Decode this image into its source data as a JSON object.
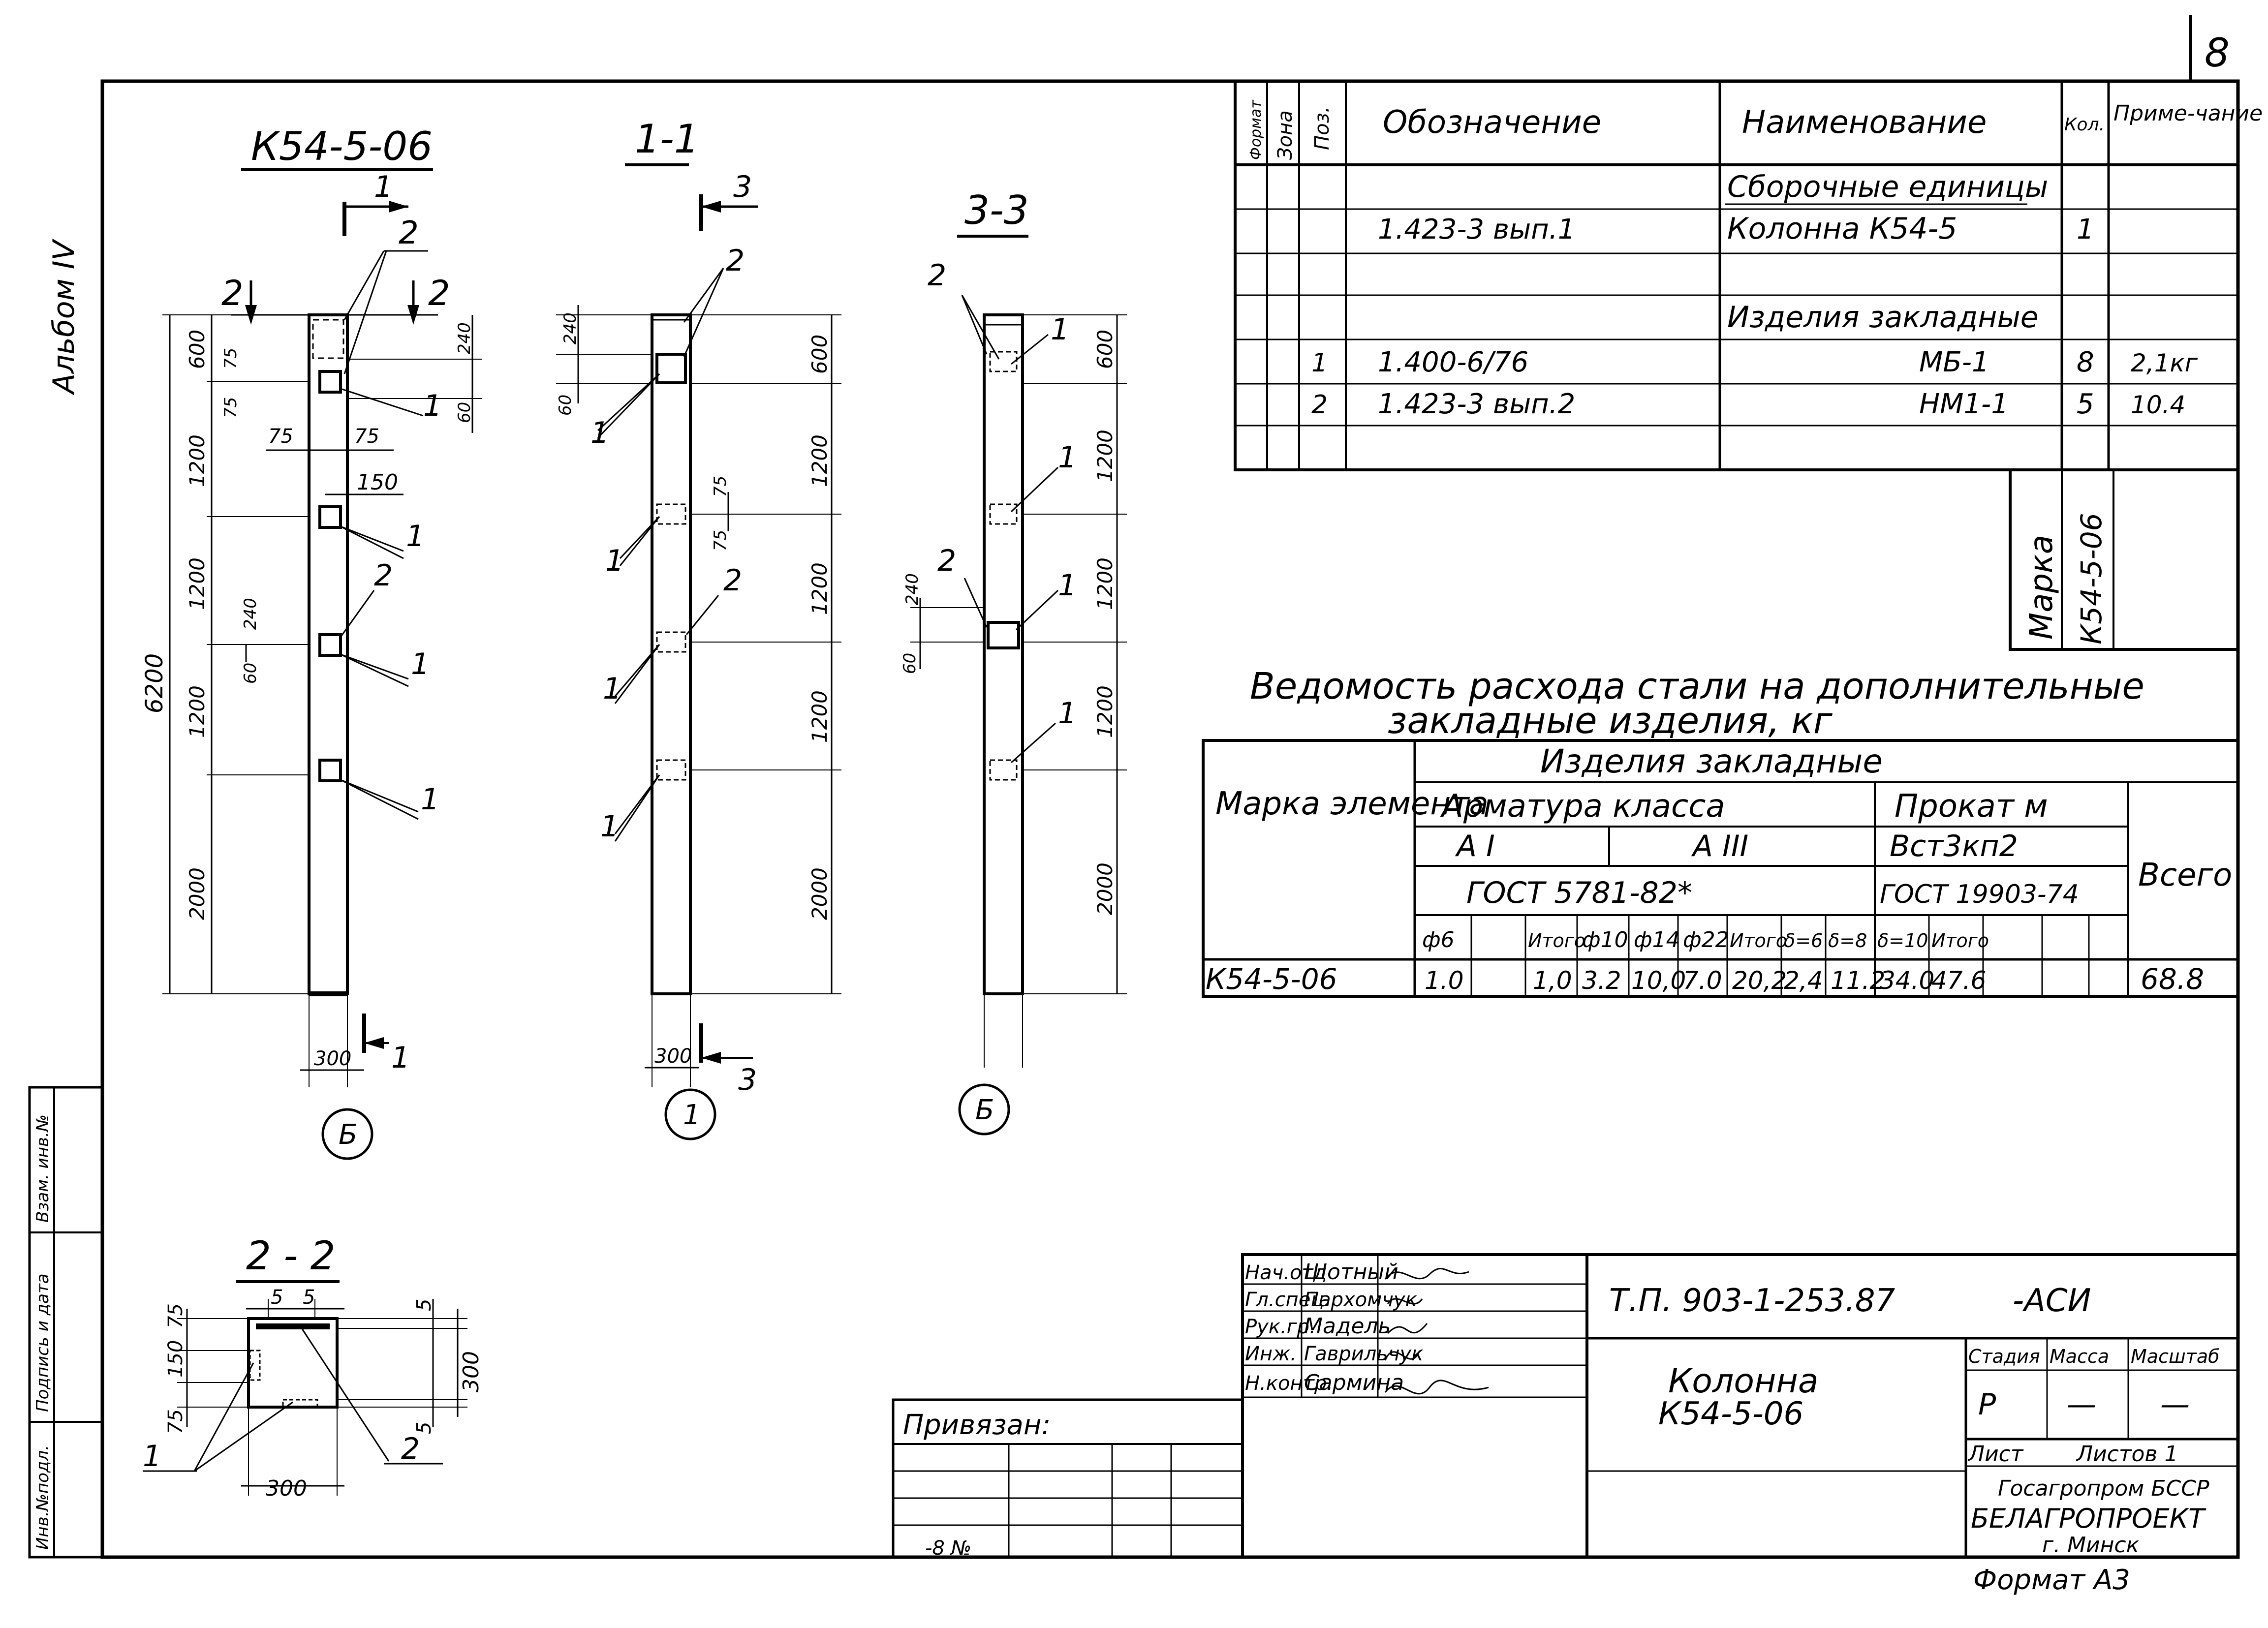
{
  "page_number": "8",
  "album_label": "Альбом IV",
  "side_stamp": [
    "Инв.№подл.",
    "Подпись и дата",
    "Взам. инв.№"
  ],
  "views": {
    "main": {
      "title": "К54-5-06",
      "section_mark_1": "1",
      "section_mark_2": "2",
      "total_height": "6200",
      "segments": [
        "600",
        "1200",
        "1200",
        "1200",
        "2000"
      ],
      "dims_right": [
        "240",
        "60"
      ],
      "dims_small": [
        "75",
        "75",
        "75",
        "75",
        "150",
        "240",
        "60"
      ],
      "width": "300",
      "axis": "Б",
      "callouts": [
        "2",
        "2",
        "1",
        "1",
        "1",
        "2",
        "1",
        "1"
      ]
    },
    "section_1_1": {
      "title": "1-1",
      "cut_mark": "3",
      "segments": [
        "600",
        "1200",
        "1200",
        "1200",
        "2000"
      ],
      "dims_left": [
        "240",
        "60"
      ],
      "dims_small": [
        "75",
        "75"
      ],
      "width": "300",
      "axis": "1",
      "callouts": [
        "2",
        "1",
        "1",
        "2",
        "1",
        "1"
      ]
    },
    "section_3_3": {
      "title": "3-3",
      "segments": [
        "600",
        "1200",
        "1200",
        "1200",
        "2000"
      ],
      "dims_left": [
        "240",
        "60"
      ],
      "axis": "Б",
      "callouts": [
        "2",
        "1",
        "1",
        "2",
        "1",
        "1"
      ]
    },
    "section_2_2": {
      "title": "2 - 2",
      "dims_left": [
        "75",
        "150",
        "75"
      ],
      "dims_top": [
        "5",
        "5"
      ],
      "dims_right": [
        "5",
        "300",
        "5"
      ],
      "width": "300",
      "callouts": [
        "1",
        "2"
      ]
    }
  },
  "spec_table": {
    "headers": [
      "Формат",
      "Зона",
      "Поз.",
      "Обозначение",
      "Наименование",
      "Кол.",
      "Приме-чание"
    ],
    "rows": [
      {
        "pos": "",
        "designation": "",
        "name": "Сборочные единицы",
        "qty": "",
        "note": ""
      },
      {
        "pos": "",
        "designation": "1.423-3 вып.1",
        "name": "Колонна К54-5",
        "qty": "1",
        "note": ""
      },
      {
        "pos": "",
        "designation": "",
        "name": "",
        "qty": "",
        "note": ""
      },
      {
        "pos": "",
        "designation": "",
        "name": "Изделия закладные",
        "qty": "",
        "note": ""
      },
      {
        "pos": "1",
        "designation": "1.400-6/76",
        "name": "МБ-1",
        "qty": "8",
        "note": "2,1кг"
      },
      {
        "pos": "2",
        "designation": "1.423-3 вып.2",
        "name": "НМ1-1",
        "qty": "5",
        "note": "10.4"
      }
    ],
    "mark_label": "Марка",
    "mark_value": "К54-5-06"
  },
  "steel_table": {
    "title_line1": "Ведомость расхода стали на дополнительные",
    "title_line2": "закладные изделия, кг",
    "group_header": "Изделия закладные",
    "row_header": "Марка элемента",
    "rebar_header": "Арматура класса",
    "rolled_header": "Прокат м",
    "class_a1": "А I",
    "class_a3": "А III",
    "rolled_grade": "Вст3кп2",
    "total_header": "Всего",
    "gost_rebar": "ГОСТ 5781-82*",
    "gost_rolled": "ГОСТ 19903-74",
    "sub_headers": [
      "ф6",
      "",
      "Итого",
      "ф10",
      "ф14",
      "ф22",
      "Итого",
      "δ=6",
      "δ=8",
      "δ=10",
      "Итого"
    ],
    "row": {
      "mark": "К54-5-06",
      "values": [
        "1.0",
        "",
        "1,0",
        "3.2",
        "10,0",
        "7.0",
        "20,2",
        "2,4",
        "11.2",
        "34.0",
        "47.6"
      ],
      "total": "68.8"
    }
  },
  "title_block": {
    "roles": [
      "Нач.отд",
      "Гл.спец.",
      "Рук.гр.",
      "Инж.",
      "Н.контр."
    ],
    "names": [
      "Шотный",
      "Пархомчук",
      "Мадель",
      "Гаврильчук",
      "Сармина"
    ],
    "code": "Т.П. 903-1-253.87",
    "code_suffix": "-АСИ",
    "object_line1": "Колонна",
    "object_line2": "К54-5-06",
    "stage_headers": [
      "Стадия",
      "Масса",
      "Масштаб"
    ],
    "stage_values": [
      "Р",
      "—",
      "—"
    ],
    "sheet_label": "Лист",
    "sheets_label": "Листов 1",
    "org_line1": "Госагропром БССР",
    "org_line2": "БЕЛАГРОПРОЕКТ",
    "org_line3": "г. Минск",
    "privyazan": "Привязан:",
    "inv_note": "-8 №",
    "format": "Формат А3"
  }
}
